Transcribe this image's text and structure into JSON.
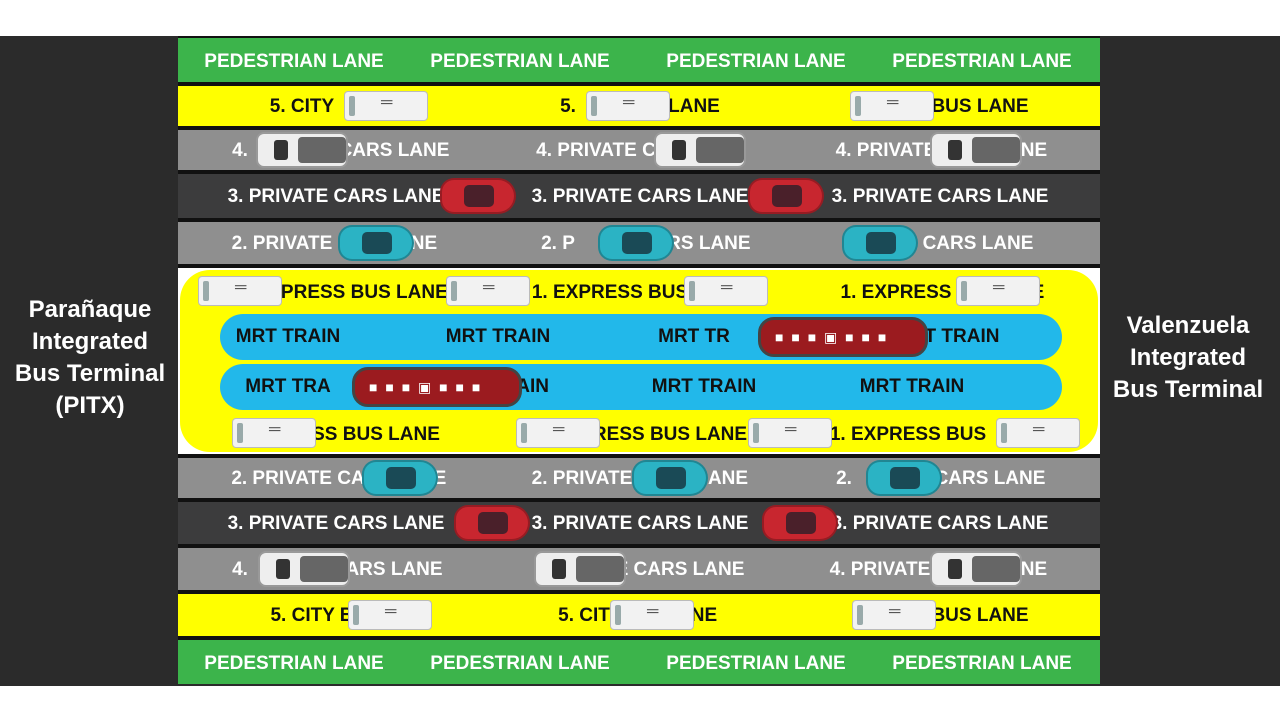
{
  "terminals": {
    "left": [
      "Parañaque",
      "Integrated",
      "Bus Terminal",
      "(PITX)"
    ],
    "right": [
      "Valenzuela",
      "Integrated",
      "Bus Terminal"
    ]
  },
  "lanes": {
    "pedestrian_top": [
      "PEDESTRIAN LANE",
      "PEDESTRIAN LANE",
      "PEDESTRIAN LANE",
      "PEDESTRIAN LANE"
    ],
    "city_bus_top": [
      "5. CITY",
      "5.",
      "LANE",
      "BUS LANE"
    ],
    "private4_top": [
      "4.",
      "CARS LANE",
      "4. PRIVATE C",
      "4. PRIVATE",
      "NE"
    ],
    "private3_top": [
      "3. PRIVATE CARS LANE",
      "3. PRIVATE CARS LANE",
      "3. PRIVATE CARS LANE"
    ],
    "private2_top": [
      "2. PRIVATE",
      "NE",
      "2. P",
      "ARS LANE",
      "CARS LANE"
    ],
    "express_top": [
      "XPRESS BUS LANE",
      "1. EXPRESS BUS",
      "1. EXPRESS",
      "E"
    ],
    "mrt_north": [
      "MRT TRAIN",
      "MRT TRAIN",
      "MRT TR",
      "T TRAIN"
    ],
    "mrt_south": [
      "MRT TRA",
      "TRAIN",
      "MRT TRAIN",
      "MRT TRAIN"
    ],
    "express_bottom": [
      "SS BUS LANE",
      "RESS BUS LANE",
      "1. EXPRESS BUS"
    ],
    "private2_bottom": [
      "2. PRIVATE CA",
      "E",
      "2. PRIVATE",
      "ANE",
      "2.",
      "CARS LANE"
    ],
    "private3_bottom": [
      "3. PRIVATE CARS LANE",
      "3. PRIVATE CARS LANE",
      "3. PRIVATE CARS LANE"
    ],
    "private4_bottom": [
      "4.",
      "ARS LANE",
      "E CARS LANE",
      "4. PRIVATE",
      "NE"
    ],
    "city_bus_bottom": [
      "5. CITY B",
      "5. CIT",
      "NE",
      "BUS LANE"
    ],
    "pedestrian_bottom": [
      "PEDESTRIAN LANE",
      "PEDESTRIAN LANE",
      "PEDESTRIAN LANE",
      "PEDESTRIAN LANE"
    ]
  },
  "colors": {
    "pedestrian": "#3cb44b",
    "bus_lane": "#ffff00",
    "private_light": "#8f8f8f",
    "private_dark": "#3c3c3d",
    "mrt_track": "#22b8ea",
    "car_red": "#c8262f",
    "car_teal": "#2bb3c4",
    "train": "#9b1b1f"
  }
}
